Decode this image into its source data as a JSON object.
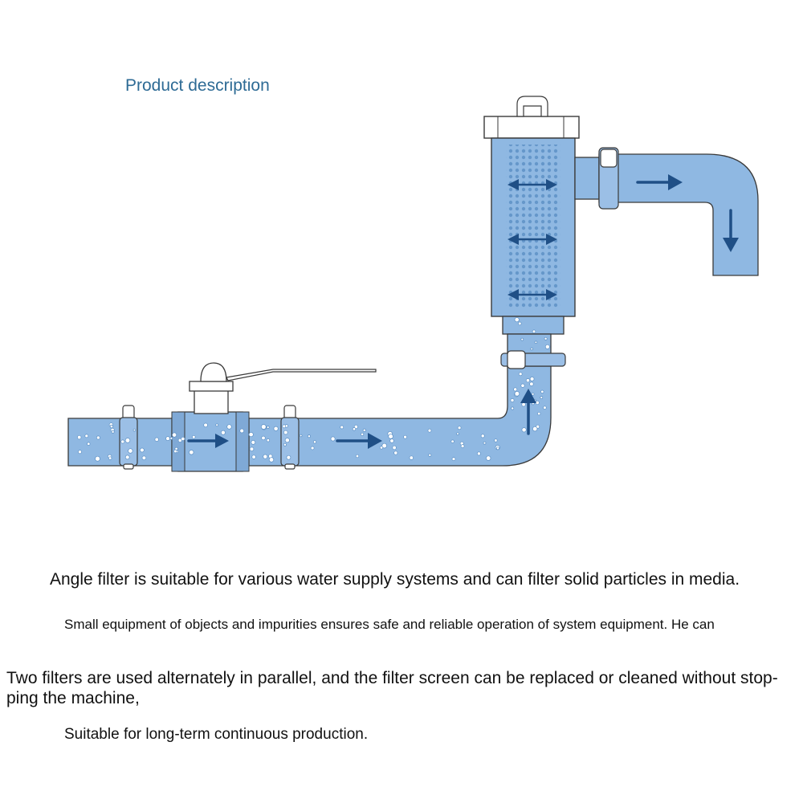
{
  "header": {
    "title": "Product description"
  },
  "description": {
    "line1": "Angle filter is suitable for various water supply systems and can filter solid particles in media.",
    "line2": "Small equipment of objects and impurities ensures safe and reliable operation of system equipment. He can",
    "line3": "Two filters are used alternately in parallel, and the filter screen can be replaced or cleaned without stop-ping the machine,",
    "line4": "Suitable for long-term continuous production."
  },
  "colors": {
    "water": "#8fb8e2",
    "water_dark": "#5b8fc4",
    "arrow": "#1f4f86",
    "outline": "#3a3a3a",
    "title": "#2e6b95"
  }
}
